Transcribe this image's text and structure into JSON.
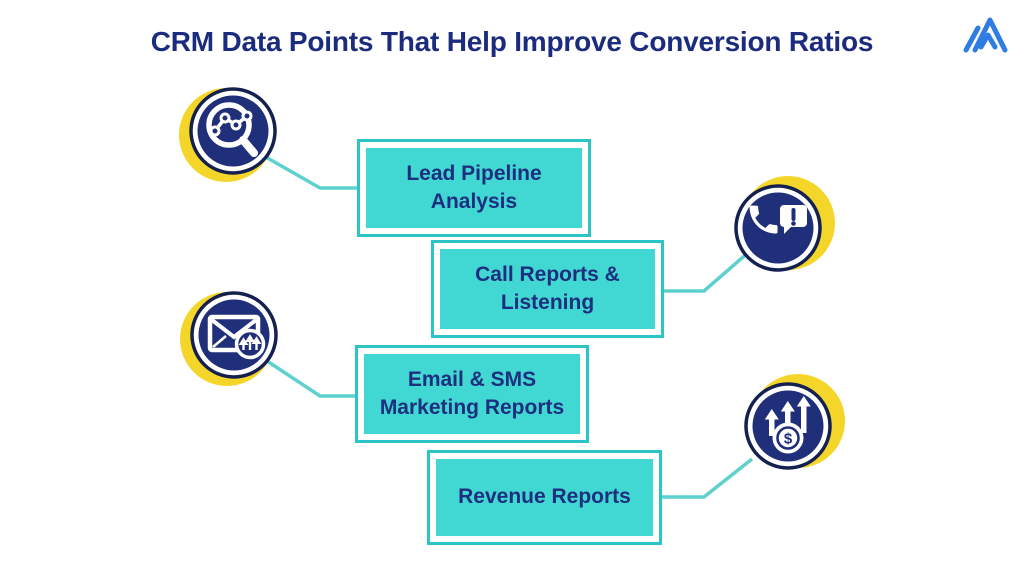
{
  "title": "CRM Data Points That Help Improve Conversion Ratios",
  "brand": {
    "logo_icon": "mountain-m-logo",
    "logo_color": "#2f7ce2"
  },
  "colors": {
    "title_navy": "#1b2c7e",
    "box_fill_turquoise": "#41d7d2",
    "box_border_teal": "#2cc5c7",
    "icon_disc_navy": "#1f2f7a",
    "icon_ring_navy": "#14204f",
    "accent_yellow": "#f4d62a",
    "connector_teal": "#5ed0cd",
    "background": "#ffffff"
  },
  "items": [
    {
      "label": "Lead Pipeline Analysis",
      "lines": [
        "Lead Pipeline",
        "Analysis"
      ],
      "icon": "chart-magnifier-icon"
    },
    {
      "label": "Call Reports & Listening",
      "lines": [
        "Call Reports &",
        "Listening"
      ],
      "icon": "phone-alert-icon"
    },
    {
      "label": "Email & SMS Marketing Reports",
      "lines": [
        "Email & SMS",
        "Marketing Reports"
      ],
      "icon": "email-report-icon"
    },
    {
      "label": "Revenue Reports",
      "lines": [
        "Revenue Reports",
        ""
      ],
      "icon": "revenue-growth-icon"
    }
  ]
}
